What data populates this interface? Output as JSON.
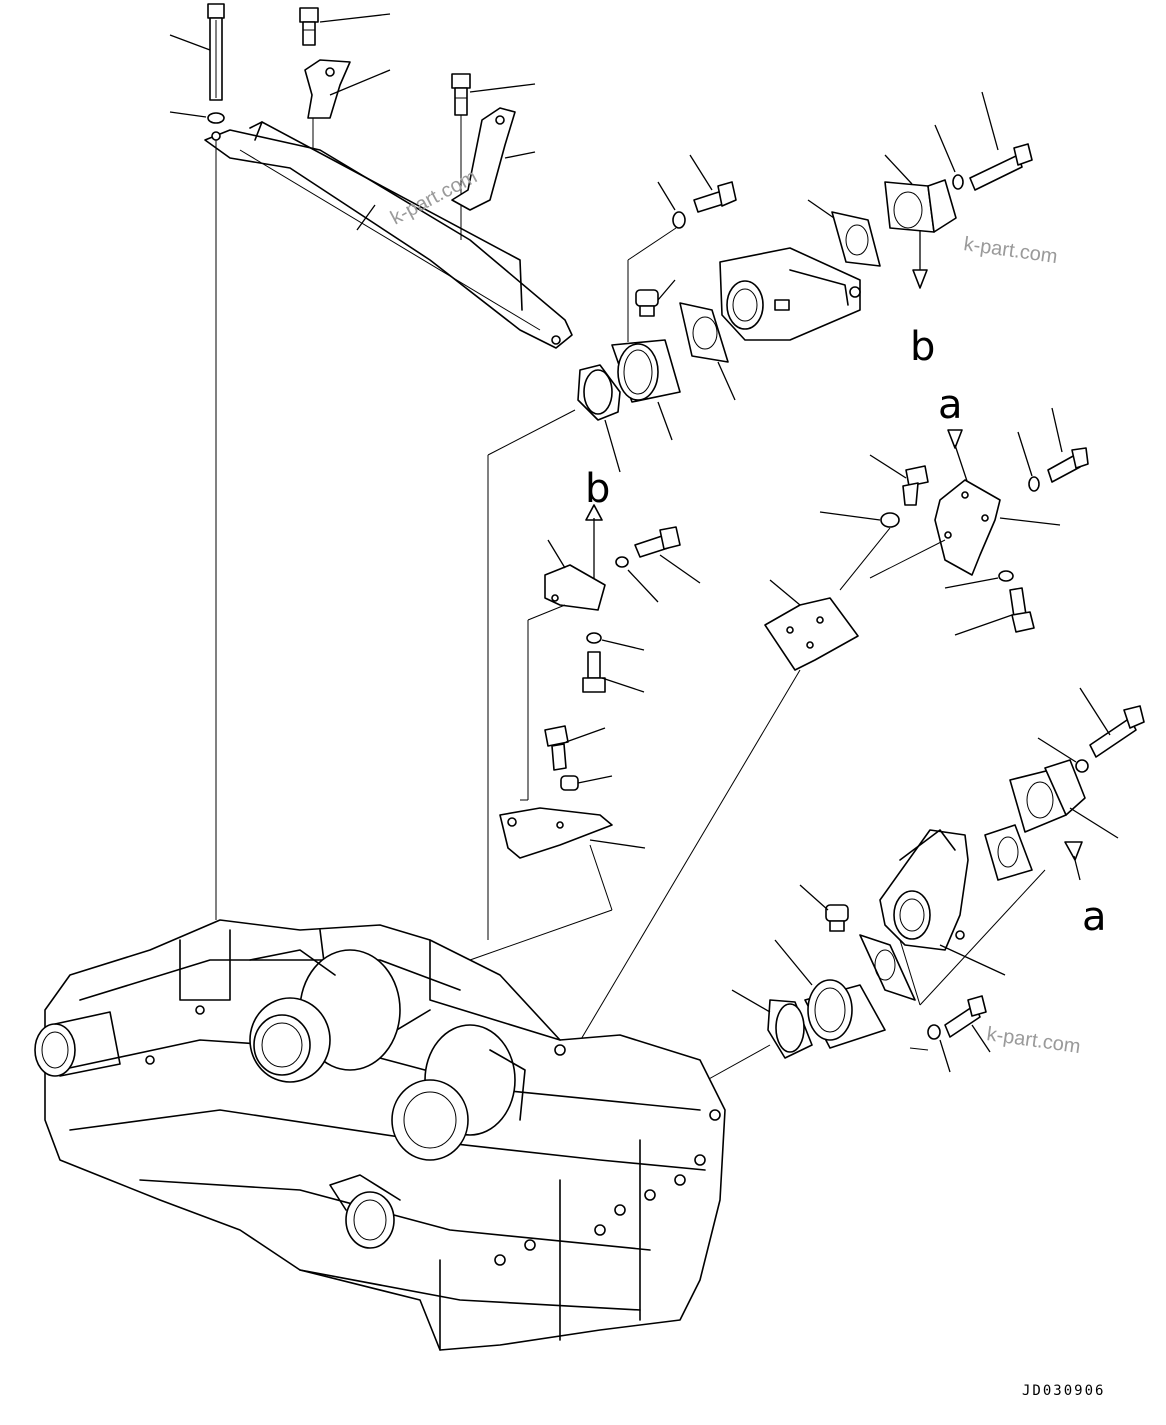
{
  "diagram": {
    "ref_labels": {
      "b_upper": "b",
      "a_upper": "a",
      "b_middle": "b",
      "a_lower": "a"
    },
    "watermark": "k-part.com",
    "drawing_code": "JD030906"
  }
}
